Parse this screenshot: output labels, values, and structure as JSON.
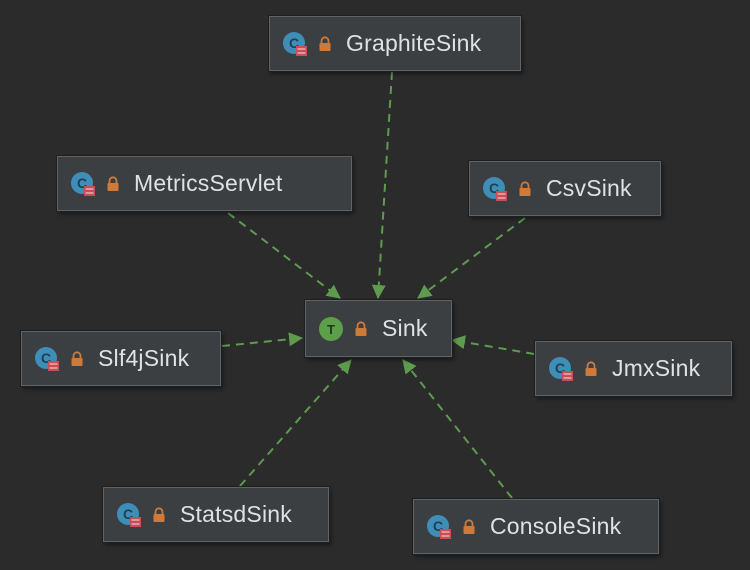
{
  "colors": {
    "background": "#2b2b2b",
    "node_fill": "#3c3f41",
    "node_border": "#5f6365",
    "text": "#dfe1e5",
    "edge": "#5e9b4f",
    "class_icon": "#3e8eb8",
    "interface_icon": "#5d9e4a",
    "lock": "#d07a3a",
    "static_mark": "#c64e55"
  },
  "diagram": {
    "center": {
      "label": "Sink",
      "kind": "interface",
      "icon": "interface-t-icon"
    },
    "nodes": [
      {
        "id": "graphite",
        "label": "GraphiteSink",
        "kind": "class",
        "icon": "class-c-icon"
      },
      {
        "id": "metrics",
        "label": "MetricsServlet",
        "kind": "class",
        "icon": "class-c-icon"
      },
      {
        "id": "csv",
        "label": "CsvSink",
        "kind": "class",
        "icon": "class-c-icon"
      },
      {
        "id": "slf4j",
        "label": "Slf4jSink",
        "kind": "class",
        "icon": "class-c-icon"
      },
      {
        "id": "jmx",
        "label": "JmxSink",
        "kind": "class",
        "icon": "class-c-icon"
      },
      {
        "id": "statsd",
        "label": "StatsdSink",
        "kind": "class",
        "icon": "class-c-icon"
      },
      {
        "id": "console",
        "label": "ConsoleSink",
        "kind": "class",
        "icon": "class-c-icon"
      }
    ],
    "edges": [
      {
        "from": "graphite",
        "to": "sink",
        "relation": "implements"
      },
      {
        "from": "metrics",
        "to": "sink",
        "relation": "implements"
      },
      {
        "from": "csv",
        "to": "sink",
        "relation": "implements"
      },
      {
        "from": "slf4j",
        "to": "sink",
        "relation": "implements"
      },
      {
        "from": "jmx",
        "to": "sink",
        "relation": "implements"
      },
      {
        "from": "statsd",
        "to": "sink",
        "relation": "implements"
      },
      {
        "from": "console",
        "to": "sink",
        "relation": "implements"
      }
    ]
  }
}
